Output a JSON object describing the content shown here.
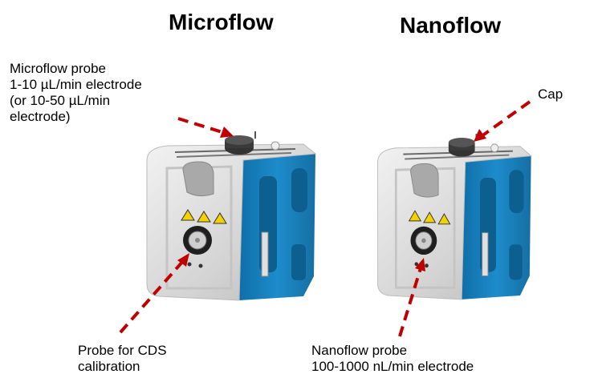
{
  "titles": {
    "left": "Microflow",
    "right": "Nanoflow"
  },
  "labels": {
    "microflow_probe": [
      "Microflow probe",
      "1-10 µL/min electrode",
      "(or 10-50 µL/min",
      "electrode)"
    ],
    "cap": "Cap",
    "cds_probe": [
      "Probe for CDS",
      "calibration"
    ],
    "nanoflow_probe": [
      "Nanoflow probe",
      "100-1000 nL/min electrode"
    ]
  },
  "colors": {
    "arrow": "#c00000",
    "housing_blue": "#1b86c4",
    "housing_silver": "#d9d9d9"
  }
}
